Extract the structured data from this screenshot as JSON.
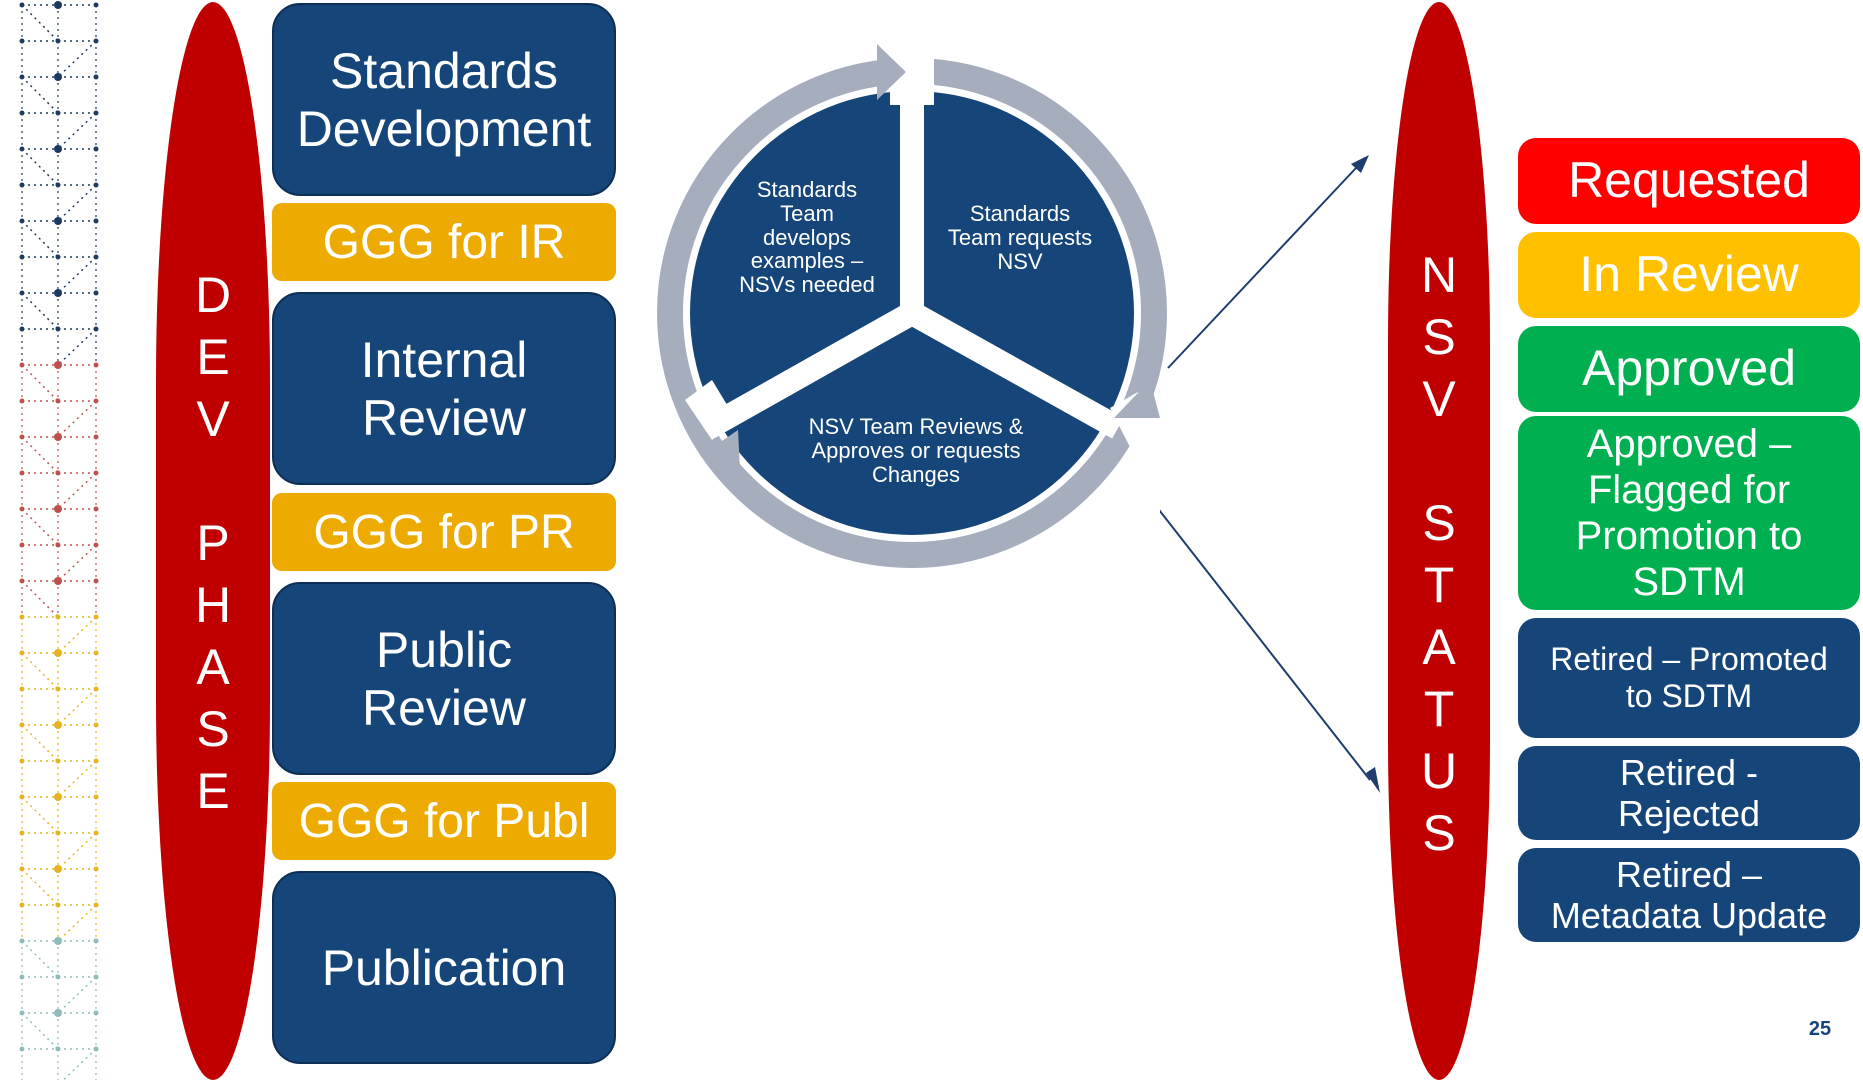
{
  "colors": {
    "navy": "#154579",
    "red": "#c00000",
    "gold": "#edaa00",
    "status_requested": "#ff0000",
    "status_in_review": "#ffc000",
    "status_approved": "#00b050",
    "arrow_gray": "#a6aebd"
  },
  "dev_phase": {
    "letters": [
      "D",
      "E",
      "V",
      "",
      "P",
      "H",
      "A",
      "S",
      "E"
    ]
  },
  "phases": [
    {
      "label": "Standards Development",
      "kind": "phase"
    },
    {
      "label": "GGG for IR",
      "kind": "gate"
    },
    {
      "label": "Internal Review",
      "kind": "phase"
    },
    {
      "label": "GGG for PR",
      "kind": "gate"
    },
    {
      "label": "Public Review",
      "kind": "phase"
    },
    {
      "label": "GGG for Publ",
      "kind": "gate"
    },
    {
      "label": "Publication",
      "kind": "phase"
    }
  ],
  "cycle": {
    "segments": [
      {
        "label": "Standards\nTeam\ndevelops\nexamples –\nNSVs needed"
      },
      {
        "label": "Standards\nTeam requests\nNSV"
      },
      {
        "label": "NSV Team Reviews &\nApproves or requests\nChanges"
      }
    ]
  },
  "nsv_status": {
    "letters": [
      "N",
      "S",
      "V",
      "",
      "S",
      "T",
      "A",
      "T",
      "U",
      "S"
    ]
  },
  "statuses": [
    {
      "label": "Requested",
      "color": "#ff0000"
    },
    {
      "label": "In Review",
      "color": "#ffc000"
    },
    {
      "label": "Approved",
      "color": "#00b050"
    },
    {
      "label": "Approved – Flagged for Promotion to SDTM",
      "color": "#00b050"
    },
    {
      "label": "Retired – Promoted to SDTM",
      "color": "#154579"
    },
    {
      "label": "Retired - Rejected",
      "color": "#154579"
    },
    {
      "label": "Retired – Metadata Update",
      "color": "#154579"
    }
  ],
  "page_number": "25"
}
